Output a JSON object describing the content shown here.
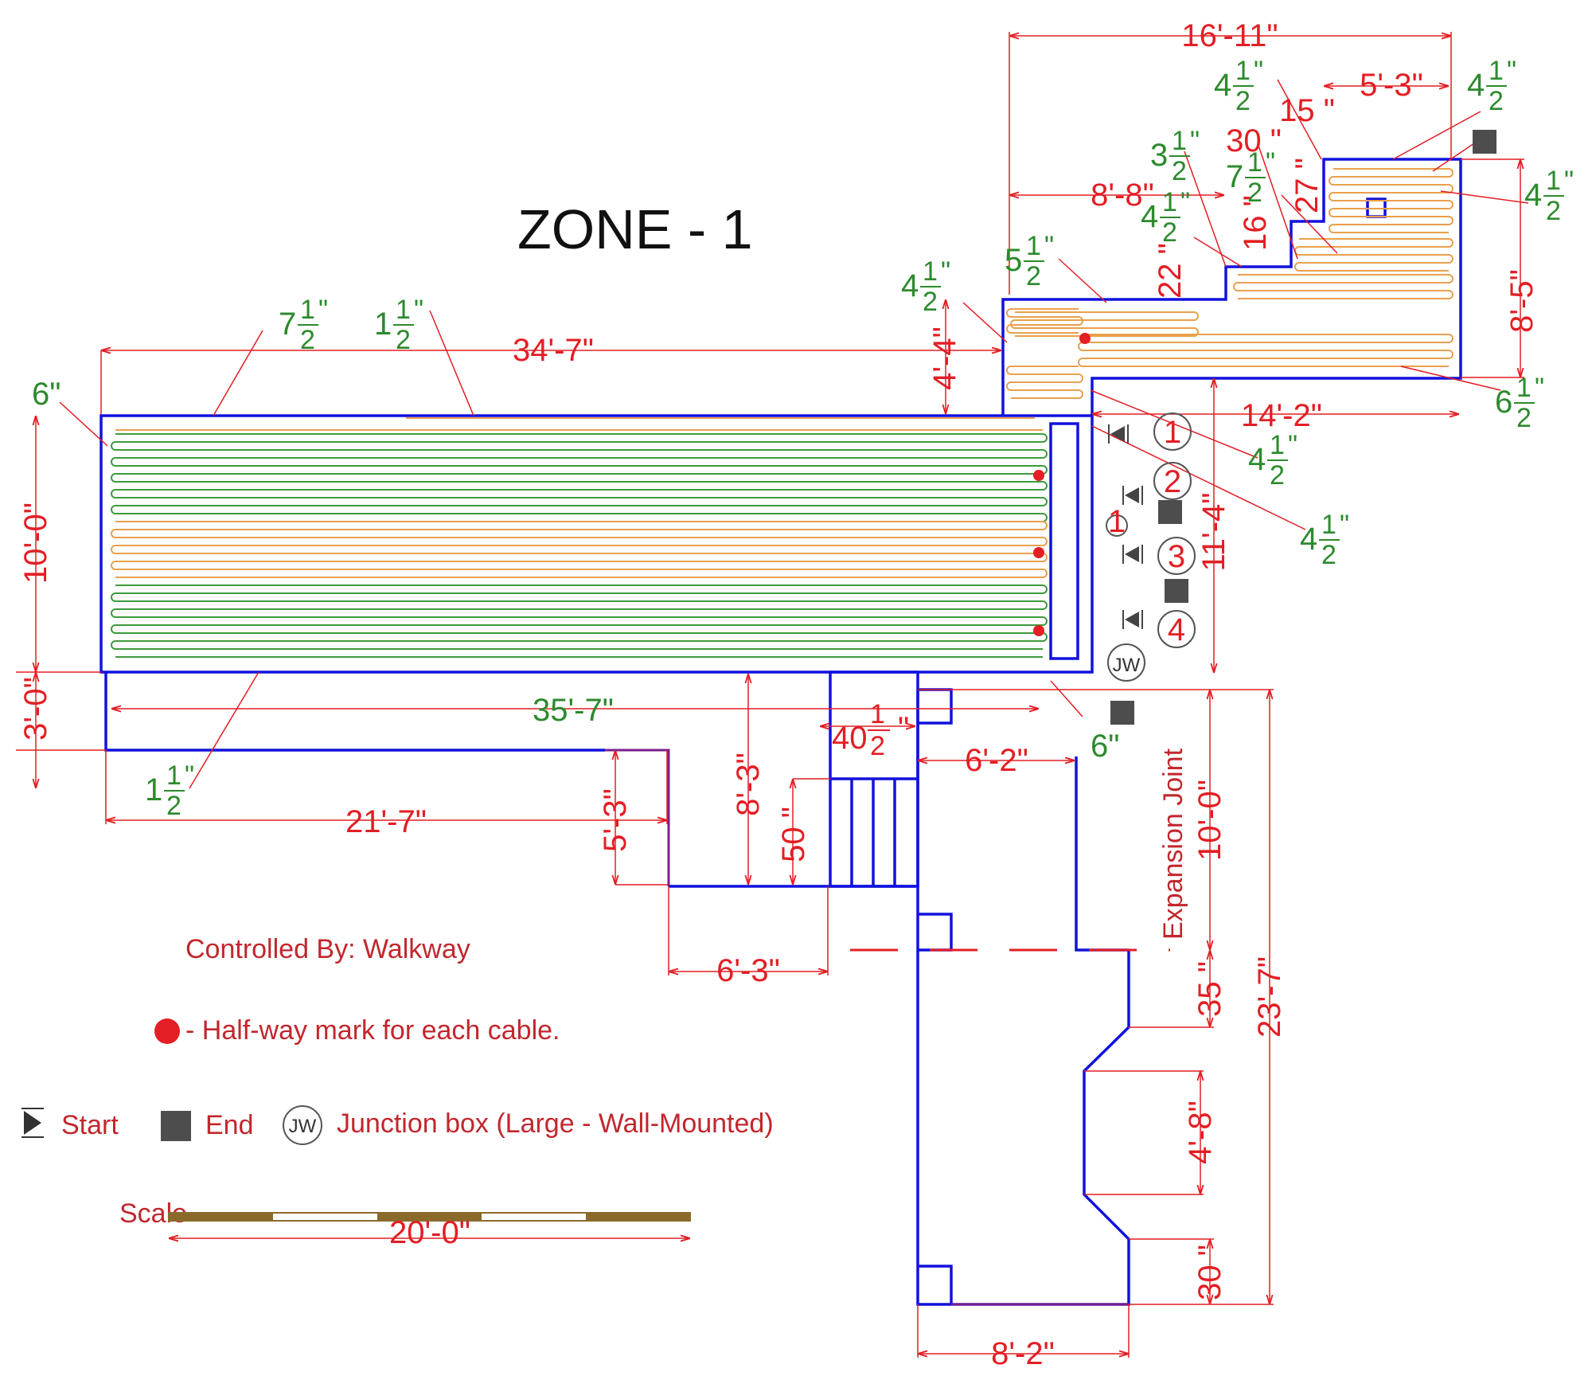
{
  "title": "ZONE - 1",
  "controlled_by": "Controlled By: Walkway",
  "halfway_note": "- Half-way mark for each cable.",
  "legend": {
    "start": "Start",
    "end": "End",
    "jw_symbol": "JW",
    "junction": "Junction box (Large - Wall-Mounted)"
  },
  "scale": {
    "label": "Scale",
    "length": "20'-0\""
  },
  "expansion_joint": "Expansion Joint",
  "dimensions": {
    "d_16_11": "16'-11\"",
    "d_5_3_top": "5'-3\"",
    "d_15": "15 \"",
    "d_30_top": "30 \"",
    "d_8_8": "8'-8\"",
    "d_27": "27 \"",
    "d_16": "16 \"",
    "d_22": "22 \"",
    "d_8_5": "8'-5\"",
    "d_34_7": "34'-7\"",
    "d_4_4": "4'-4\"",
    "d_14_2": "14'-2\"",
    "d_11_4": "11'-4\"",
    "d_10_0_left": "10'-0\"",
    "d_3_0": "3'-0\"",
    "d_35_7": "35'-7\"",
    "d_40": "40",
    "d_40_tail": "\"",
    "d_6_2": "6'-2\"",
    "d_21_7": "21'-7\"",
    "d_8_3": "8'-3\"",
    "d_5_3_low": "5'-3\"",
    "d_50": "50 \"",
    "d_10_0_right": "10'-0\"",
    "d_6_3": "6'-3\"",
    "d_35": "35 \"",
    "d_23_7": "23'-7\"",
    "d_4_8": "4'-8\"",
    "d_30_low": "30 \"",
    "d_8_2": "8'-2\""
  },
  "spacings": {
    "s_4a": "4",
    "s_4b": "4",
    "s_4c": "4",
    "s_4d": "4",
    "s_4e": "4",
    "s_4f": "4",
    "s_4g": "4",
    "s_3": "3",
    "s_7a": "7",
    "s_7b": "7",
    "s_5": "5",
    "s_1a": "1",
    "s_1b": "1",
    "s_6b": "6",
    "s_6in_left": "6\"",
    "s_6in_bottom": "6\"",
    "num": "1",
    "den": "2",
    "inch": "\""
  },
  "cable_numbers": [
    "1",
    "2",
    "3",
    "4",
    "1"
  ]
}
